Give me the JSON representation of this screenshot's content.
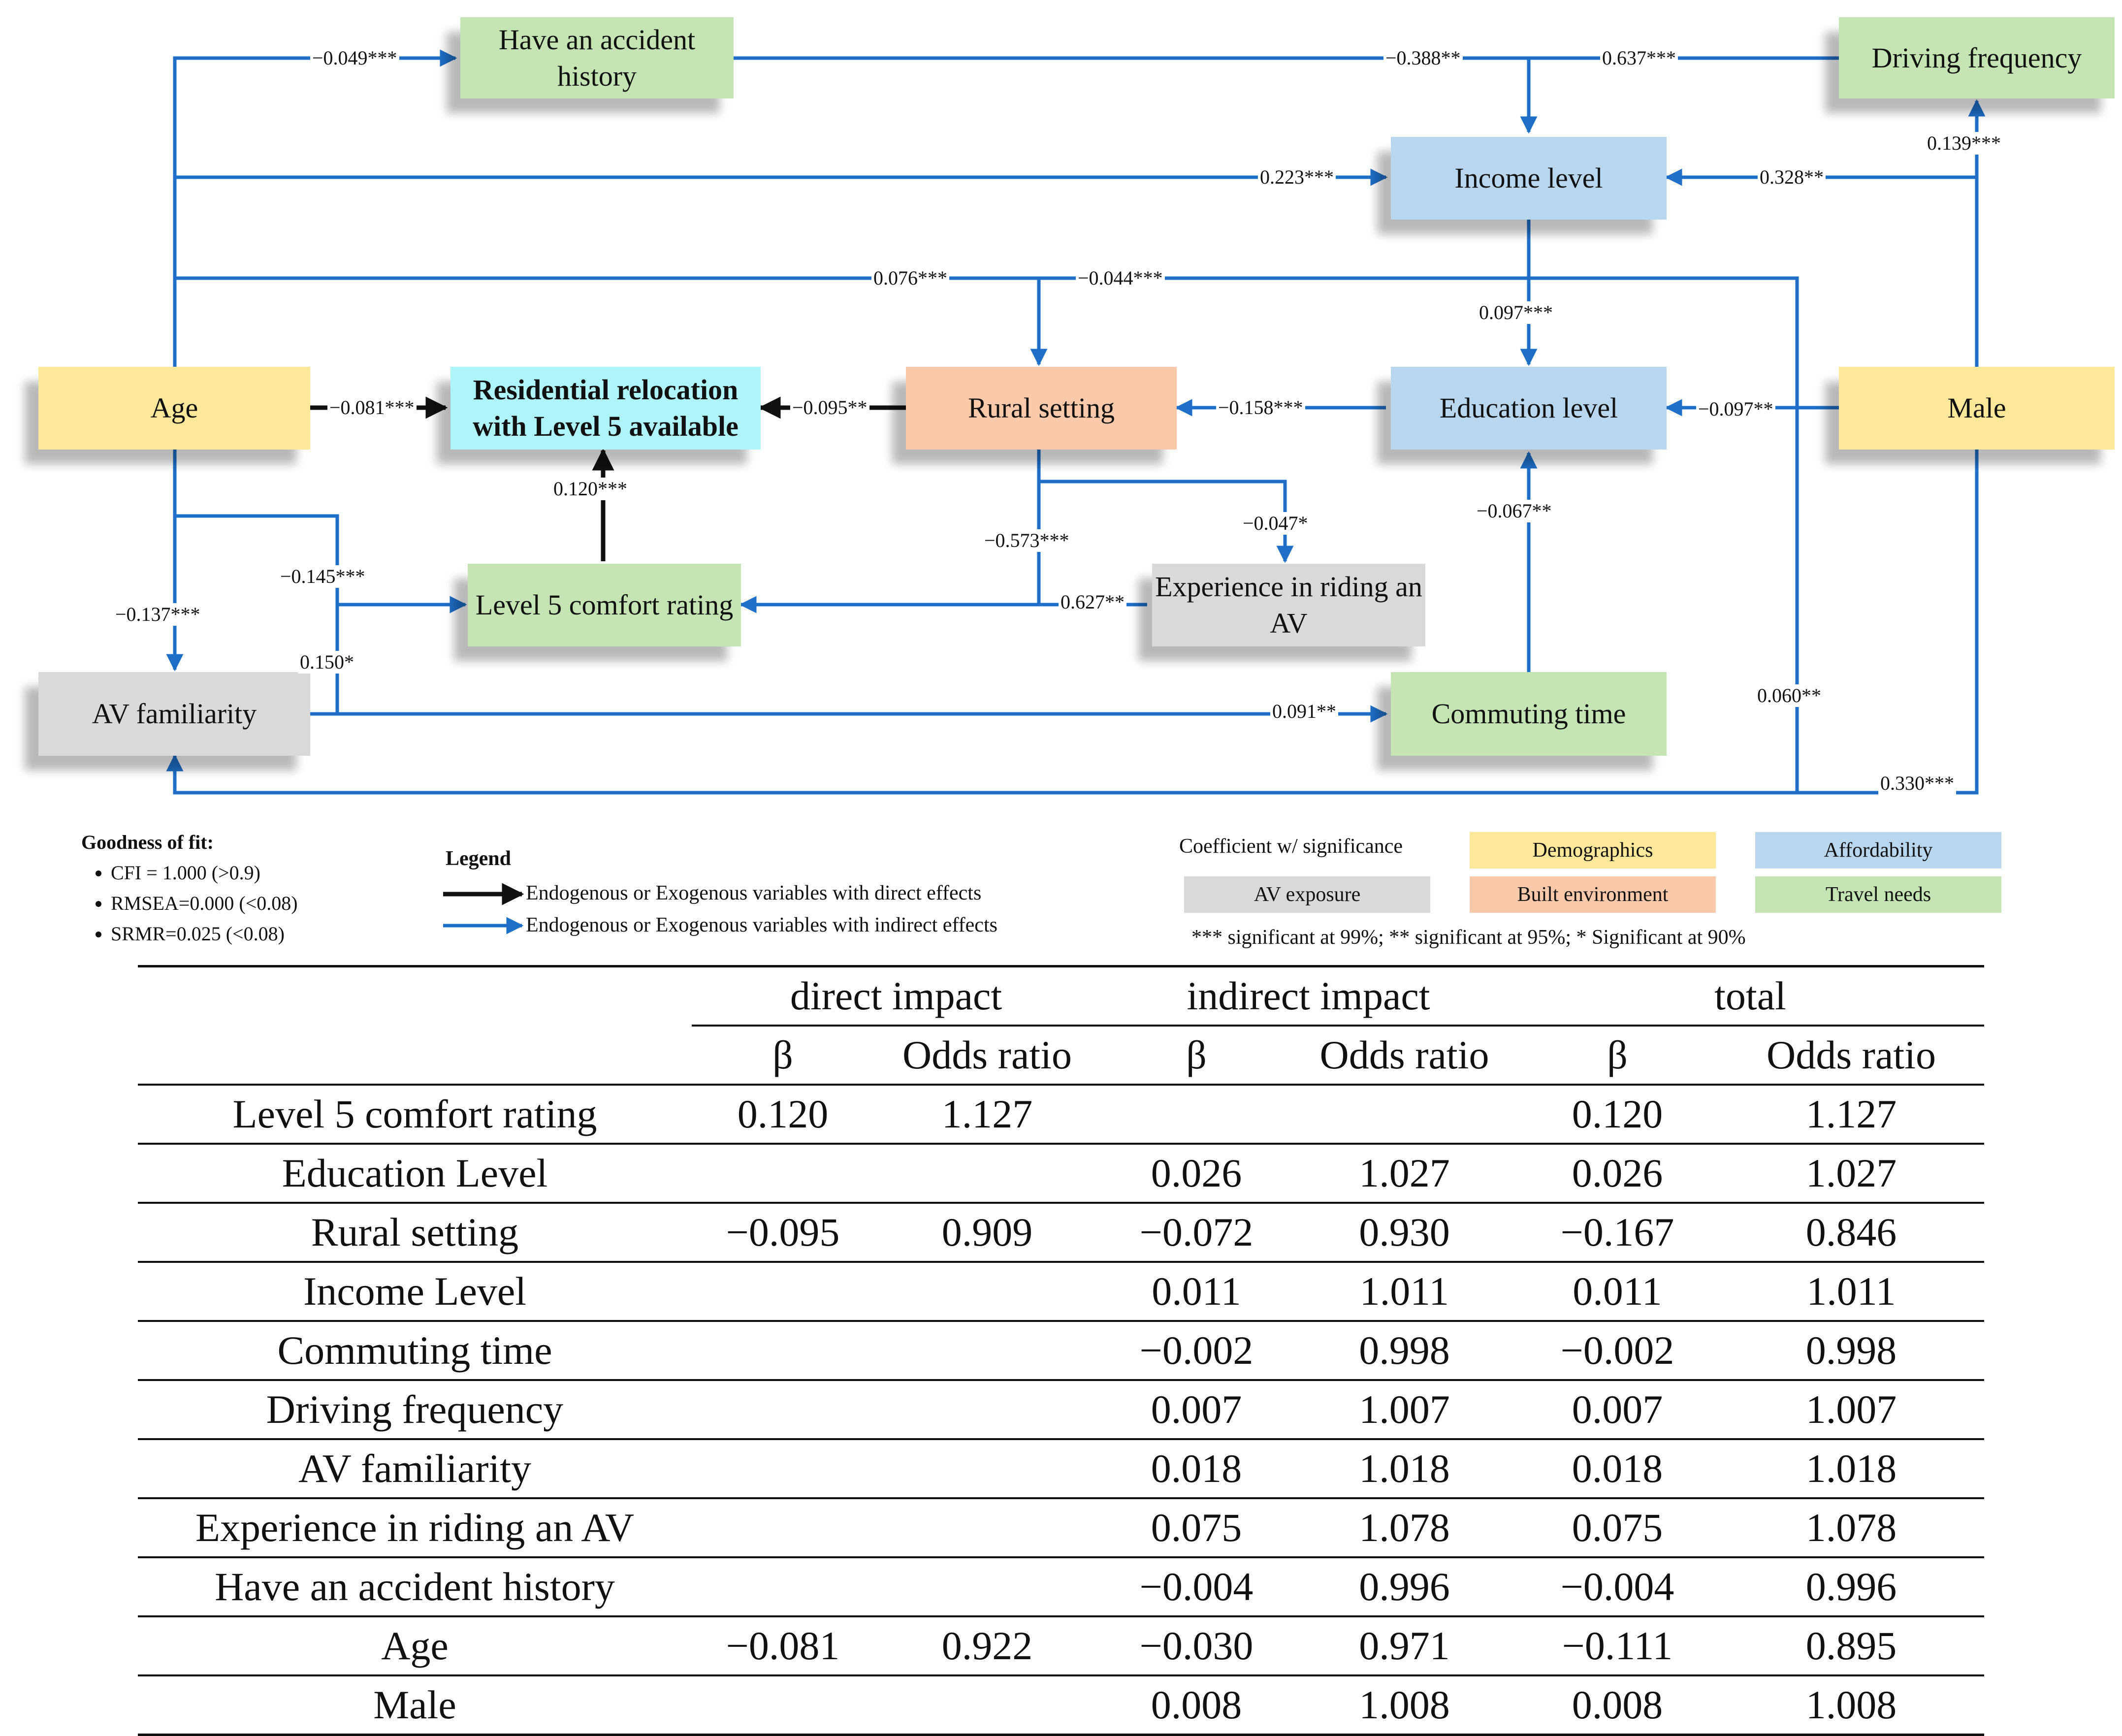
{
  "nodes": {
    "accident": {
      "label": "Have an accident history"
    },
    "driving": {
      "label": "Driving frequency"
    },
    "income": {
      "label": "Income level"
    },
    "age": {
      "label": "Age"
    },
    "relocation": {
      "label": "Residential relocation with Level 5 available"
    },
    "rural": {
      "label": "Rural setting"
    },
    "education": {
      "label": "Education  level"
    },
    "male": {
      "label": "Male"
    },
    "comfort": {
      "label": "Level 5 comfort rating"
    },
    "experience": {
      "label": "Experience in riding an AV"
    },
    "familiarity": {
      "label": "AV familiarity"
    },
    "commuting": {
      "label": "Commuting time"
    }
  },
  "edge_labels": {
    "age_accident": "−0.049***",
    "accident_income": "−0.388**",
    "driving_income": "0.637***",
    "male_driving": "0.139***",
    "age_income": "0.223***",
    "male_income": "0.328**",
    "age_rural": "0.076***",
    "age_education": "−0.044***",
    "income_education": "0.097***",
    "age_relocation": "−0.081***",
    "rural_relocation": "−0.095**",
    "education_rural": "−0.158***",
    "male_education": "−0.097**",
    "comfort_relocation": "0.120***",
    "rural_experience": "−0.047*",
    "rural_comfort": "−0.573***",
    "commuting_education": "−0.067**",
    "age_comfort": "−0.145***",
    "experience_comfort": "0.627**",
    "age_familiarity": "−0.137***",
    "familiarity_comfort": "0.150*",
    "familiarity_commuting": "0.091**",
    "male_familiarity_2": "0.060**",
    "male_familiarity": "0.330***"
  },
  "goodness": {
    "title": "Goodness of fit:",
    "items": [
      "CFI = 1.000  (>0.9)",
      "RMSEA=0.000 (<0.08)",
      "SRMR=0.025 (<0.08)"
    ]
  },
  "legend": {
    "title": "Legend",
    "direct": "Endogenous or Exogenous variables with direct effects",
    "indirect": "Endogenous or Exogenous variables with indirect effects",
    "coef": "Coefficient w/ significance",
    "categories": {
      "demographics": "Demographics",
      "affordability": "Affordability",
      "av_exposure": "AV exposure",
      "built_env": "Built environment",
      "travel": "Travel needs"
    },
    "significance": "*** significant at 99%; ** significant at 95%; * Significant at 90%"
  },
  "colors": {
    "blue_arrow": "#1f6fc8",
    "black_arrow": "#111111",
    "demographics": "#fde89a",
    "affordability": "#b8d7ef",
    "av_exposure": "#d9d9d9",
    "built_env": "#f9c9aa",
    "travel": "#c4e4b4",
    "dependent": "#aef5fb"
  },
  "table": {
    "groups": [
      "direct impact",
      "indirect impact",
      "total"
    ],
    "subheaders": [
      "β",
      "Odds ratio",
      "β",
      "Odds ratio",
      "β",
      "Odds ratio"
    ],
    "rows": [
      [
        "Level 5 comfort rating",
        "0.120",
        "1.127",
        "",
        "",
        "0.120",
        "1.127"
      ],
      [
        "Education Level",
        "",
        "",
        "0.026",
        "1.027",
        "0.026",
        "1.027"
      ],
      [
        "Rural setting",
        "−0.095",
        "0.909",
        "−0.072",
        "0.930",
        "−0.167",
        "0.846"
      ],
      [
        "Income Level",
        "",
        "",
        "0.011",
        "1.011",
        "0.011",
        "1.011"
      ],
      [
        "Commuting time",
        "",
        "",
        "−0.002",
        "0.998",
        "−0.002",
        "0.998"
      ],
      [
        "Driving frequency",
        "",
        "",
        "0.007",
        "1.007",
        "0.007",
        "1.007"
      ],
      [
        "AV familiarity",
        "",
        "",
        "0.018",
        "1.018",
        "0.018",
        "1.018"
      ],
      [
        "Experience in riding an AV",
        "",
        "",
        "0.075",
        "1.078",
        "0.075",
        "1.078"
      ],
      [
        "Have an accident history",
        "",
        "",
        "−0.004",
        "0.996",
        "−0.004",
        "0.996"
      ],
      [
        "Age",
        "−0.081",
        "0.922",
        "−0.030",
        "0.971",
        "−0.111",
        "0.895"
      ],
      [
        "Male",
        "",
        "",
        "0.008",
        "1.008",
        "0.008",
        "1.008"
      ]
    ]
  }
}
